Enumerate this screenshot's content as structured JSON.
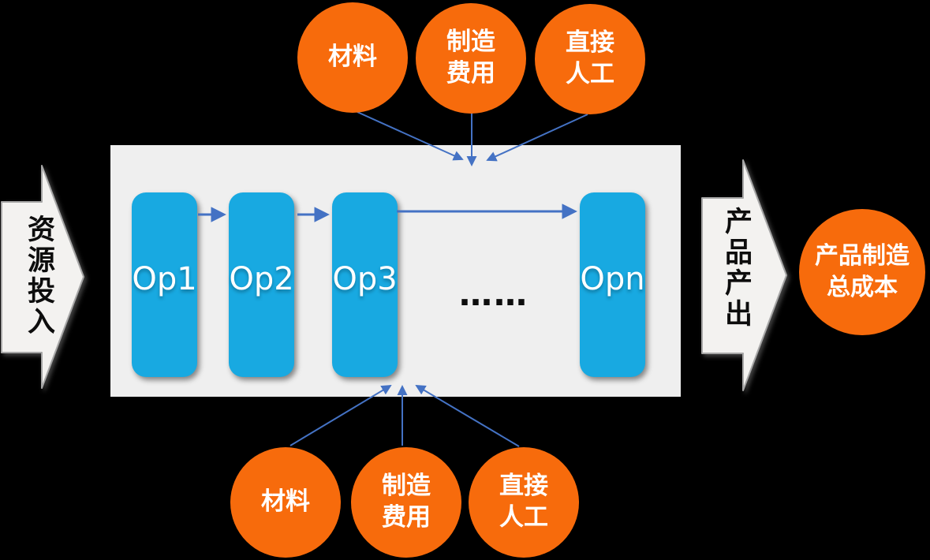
{
  "diagram_title": "product-manufacturing-cost-flow",
  "flow": {
    "input_arrow": {
      "label": "资源投入"
    },
    "output_arrow": {
      "label": "产品产出"
    },
    "operations": [
      {
        "label": "Op1"
      },
      {
        "label": "Op2"
      },
      {
        "label": "Op3"
      },
      {
        "label": "Opn"
      }
    ],
    "ellipsis": "……"
  },
  "input_resources_top": [
    {
      "label": "材料"
    },
    {
      "label": "制造\n费用"
    },
    {
      "label": "直接\n人工"
    }
  ],
  "input_resources_bottom": [
    {
      "label": "材料"
    },
    {
      "label": "制造\n费用"
    },
    {
      "label": "直接\n人工"
    }
  ],
  "output": {
    "total_cost": {
      "label": "产品制造\n总成本"
    }
  },
  "colors": {
    "background": "#000000",
    "panel": "#EFEFEF",
    "operation_blue": "#18A9E1",
    "connector_blue": "#4472C4",
    "resource_orange": "#F76B0C",
    "flow_arrow_fill": "#F3F2F0",
    "flow_arrow_stroke": "#A6A6A6",
    "label_dark": "#0D0D0D",
    "text_white": "#FFFFFF"
  }
}
